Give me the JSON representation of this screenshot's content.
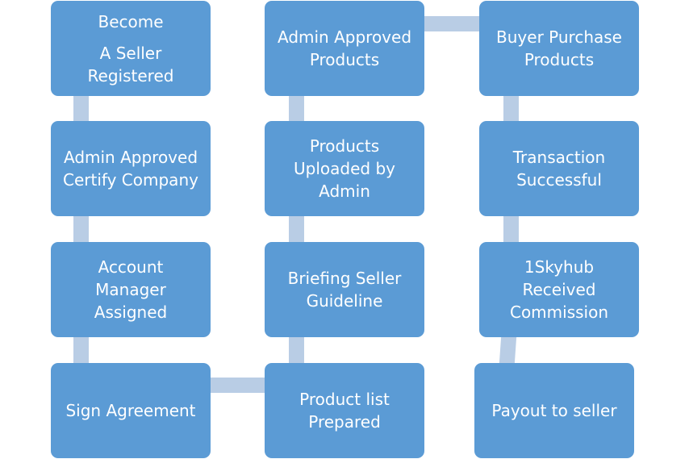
{
  "colors": {
    "box_fill": "#5b9bd5",
    "box_text": "#ffffff",
    "connector": "#b9cde5",
    "background": "#ffffff"
  },
  "steps": [
    {
      "lines": [
        "Become",
        "A Seller",
        "Registered"
      ]
    },
    {
      "lines": [
        "Admin Approved",
        "Certify Company"
      ]
    },
    {
      "lines": [
        "Account",
        "Manager",
        "Assigned"
      ]
    },
    {
      "lines": [
        "Sign Agreement"
      ]
    },
    {
      "lines": [
        "Product list",
        "Prepared"
      ]
    },
    {
      "lines": [
        "Briefing Seller",
        "Guideline"
      ]
    },
    {
      "lines": [
        "Products",
        "Uploaded by",
        "Admin"
      ]
    },
    {
      "lines": [
        "Admin Approved",
        "Products"
      ]
    },
    {
      "lines": [
        "Buyer Purchase",
        "Products"
      ]
    },
    {
      "lines": [
        "Transaction",
        "Successful"
      ]
    },
    {
      "lines": [
        "1Skyhub",
        "Received",
        "Commission"
      ]
    },
    {
      "lines": [
        "Payout to seller"
      ]
    }
  ]
}
